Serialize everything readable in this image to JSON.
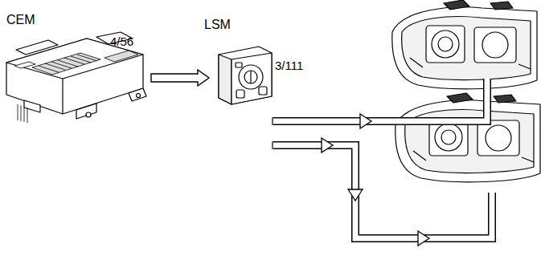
{
  "diagram": {
    "nodes": [
      {
        "text": [
          "CEM",
          "4/56"
        ]
      },
      {
        "text": [
          "LSM",
          "3/111"
        ]
      }
    ],
    "edges": [
      {
        "from": 0,
        "to": 1,
        "arrow": "to"
      }
    ]
  }
}
